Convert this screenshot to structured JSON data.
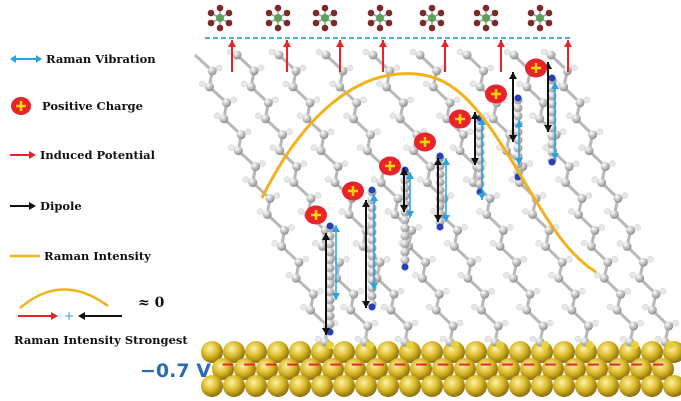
{
  "legend": {
    "items": [
      {
        "key": "raman_vibration",
        "label": "Raman Vibration",
        "color": "#2aa3e0",
        "icon": "double-arrow-icon"
      },
      {
        "key": "positive_charge",
        "label": "Positive Charge",
        "color": "#e8232a",
        "icon": "plus-circle-icon"
      },
      {
        "key": "induced_potential",
        "label": "Induced Potential",
        "color": "#e8232a",
        "icon": "arrow-right-icon"
      },
      {
        "key": "dipole",
        "label": "Dipole",
        "color": "#111111",
        "icon": "arrow-right-icon"
      },
      {
        "key": "raman_intensity",
        "label": "Raman Intensity",
        "color": "#f2b21b",
        "icon": "line-icon"
      }
    ],
    "strongest": {
      "label": "Raman Intensity Strongest",
      "approx_symbol": "≈ 0",
      "plus": "+"
    }
  },
  "electrode": {
    "voltage": "−0.7 V",
    "voltage_color": "#2b6cb0",
    "surface_color": "#d9b825",
    "charge_symbol": "−"
  },
  "colors": {
    "carbon": "#8a8a8a",
    "hydrogen": "#e8e8e8",
    "nitrogen": "#2840b5",
    "sulfur": "#e7d23a",
    "boron": "#5aa15a",
    "fluorine": "#7a2a2a",
    "dashed_line": "#4aa7d8",
    "raman_curve": "#f2b21b"
  }
}
